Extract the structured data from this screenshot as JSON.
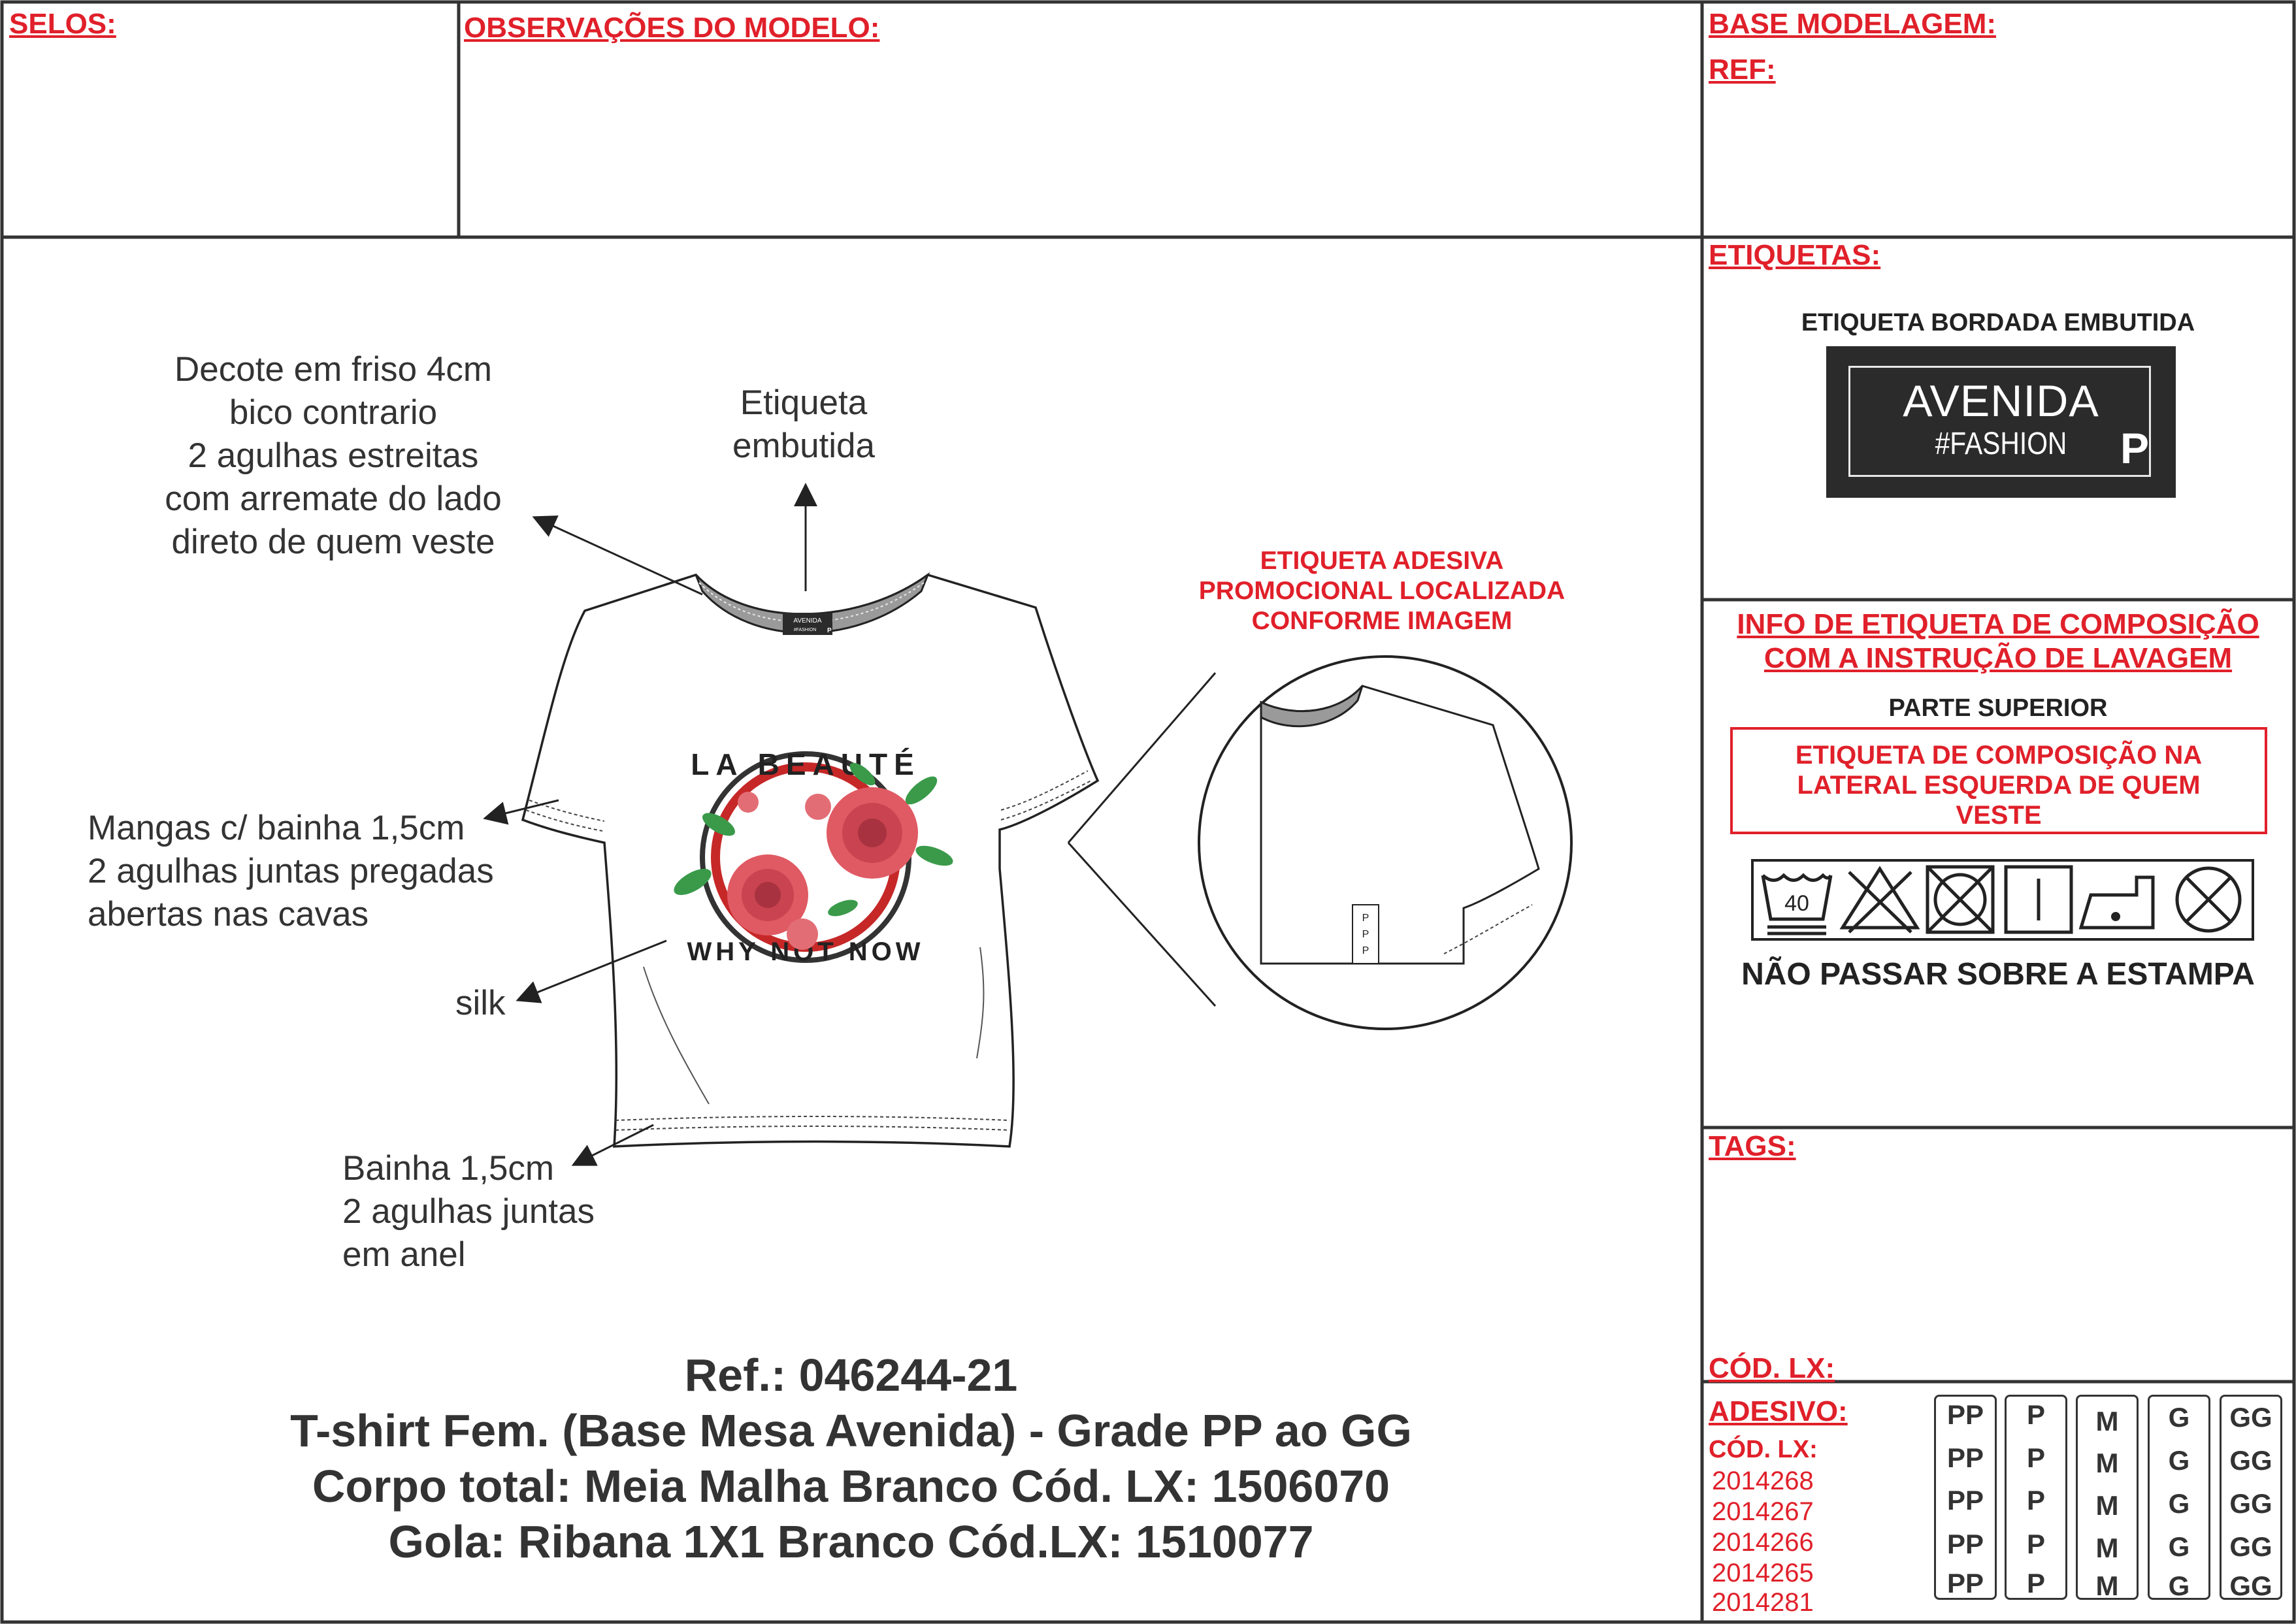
{
  "header": {
    "selos_label": "SELOS:",
    "observacoes_label": "OBSERVAÇÕES DO MODELO:",
    "base_modelagem_label": "BASE MODELAGEM:",
    "ref_label": "REF:"
  },
  "sidebar": {
    "etiquetas_label": "ETIQUETAS:",
    "etiqueta_bordada_title": "ETIQUETA BORDADA EMBUTIDA",
    "brand_label": {
      "brand": "AVENIDA",
      "tagline": "#FASHION",
      "size": "P"
    },
    "composicao_title_line1": "INFO DE ETIQUETA DE COMPOSIÇÃO",
    "composicao_title_line2": "COM A INSTRUÇÃO DE LAVAGEM",
    "parte_superior": "PARTE SUPERIOR",
    "composicao_box_line1": "ETIQUETA DE COMPOSIÇÃO NA",
    "composicao_box_line2": "LATERAL ESQUERDA DE QUEM",
    "composicao_box_line3": "VESTE",
    "wash_temp": "40",
    "wash_icons": [
      "wash-40-icon",
      "no-bleach-icon",
      "no-tumble-dry-icon",
      "line-dry-icon",
      "iron-low-icon",
      "no-dry-clean-icon"
    ],
    "nao_passar": "NÃO PASSAR SOBRE A ESTAMPA",
    "tags_label": "TAGS:",
    "cod_lx_label": "CÓD. LX:",
    "adesivo_label": "ADESIVO:",
    "adesivo_cod_label": "CÓD. LX:",
    "adesivo_codes": [
      "2014268",
      "2014267",
      "2014266",
      "2014265",
      "2014281"
    ],
    "sizes": [
      {
        "label": "PP",
        "rows": [
          "PP",
          "PP",
          "PP",
          "PP",
          "PP"
        ]
      },
      {
        "label": "P",
        "rows": [
          "P",
          "P",
          "P",
          "P",
          "P"
        ]
      },
      {
        "label": "M",
        "rows": [
          "M",
          "M",
          "M",
          "M",
          "M"
        ]
      },
      {
        "label": "G",
        "rows": [
          "G",
          "G",
          "G",
          "G",
          "G"
        ]
      },
      {
        "label": "GG",
        "rows": [
          "GG",
          "GG",
          "GG",
          "GG",
          "GG"
        ]
      }
    ]
  },
  "drawing": {
    "note_decote": [
      "Decote em friso 4cm",
      "bico contrario",
      "2 agulhas estreitas",
      "com arremate do lado",
      "direto de quem veste"
    ],
    "note_etiqueta": [
      "Etiqueta",
      "embutida"
    ],
    "note_mangas": [
      "Mangas c/ bainha 1,5cm",
      "2 agulhas juntas pregadas",
      "abertas nas cavas"
    ],
    "note_silk": "silk",
    "note_bainha": [
      "Bainha 1,5cm",
      "2 agulhas juntas",
      "em anel"
    ],
    "promo_line1": "ETIQUETA ADESIVA",
    "promo_line2": "PROMOCIONAL LOCALIZADA",
    "promo_line3": "CONFORME IMAGEM",
    "print_text_top": "LA BEAUTÉ",
    "print_text_bottom": "WHY NOT NOW",
    "neck_label_brand": "AVENIDA",
    "neck_label_tag": "#FASHION",
    "neck_label_size": "P",
    "detail_tag_letters": [
      "P",
      "P",
      "P"
    ]
  },
  "footer": {
    "ref": "Ref.: 046244-21",
    "desc": "T-shirt Fem. (Base Mesa Avenida)  - Grade PP ao GG",
    "corpo": "Corpo total: Meia Malha Branco Cód. LX: 1506070",
    "gola": "Gola: Ribana 1X1 Branco Cód.LX: 1510077"
  }
}
